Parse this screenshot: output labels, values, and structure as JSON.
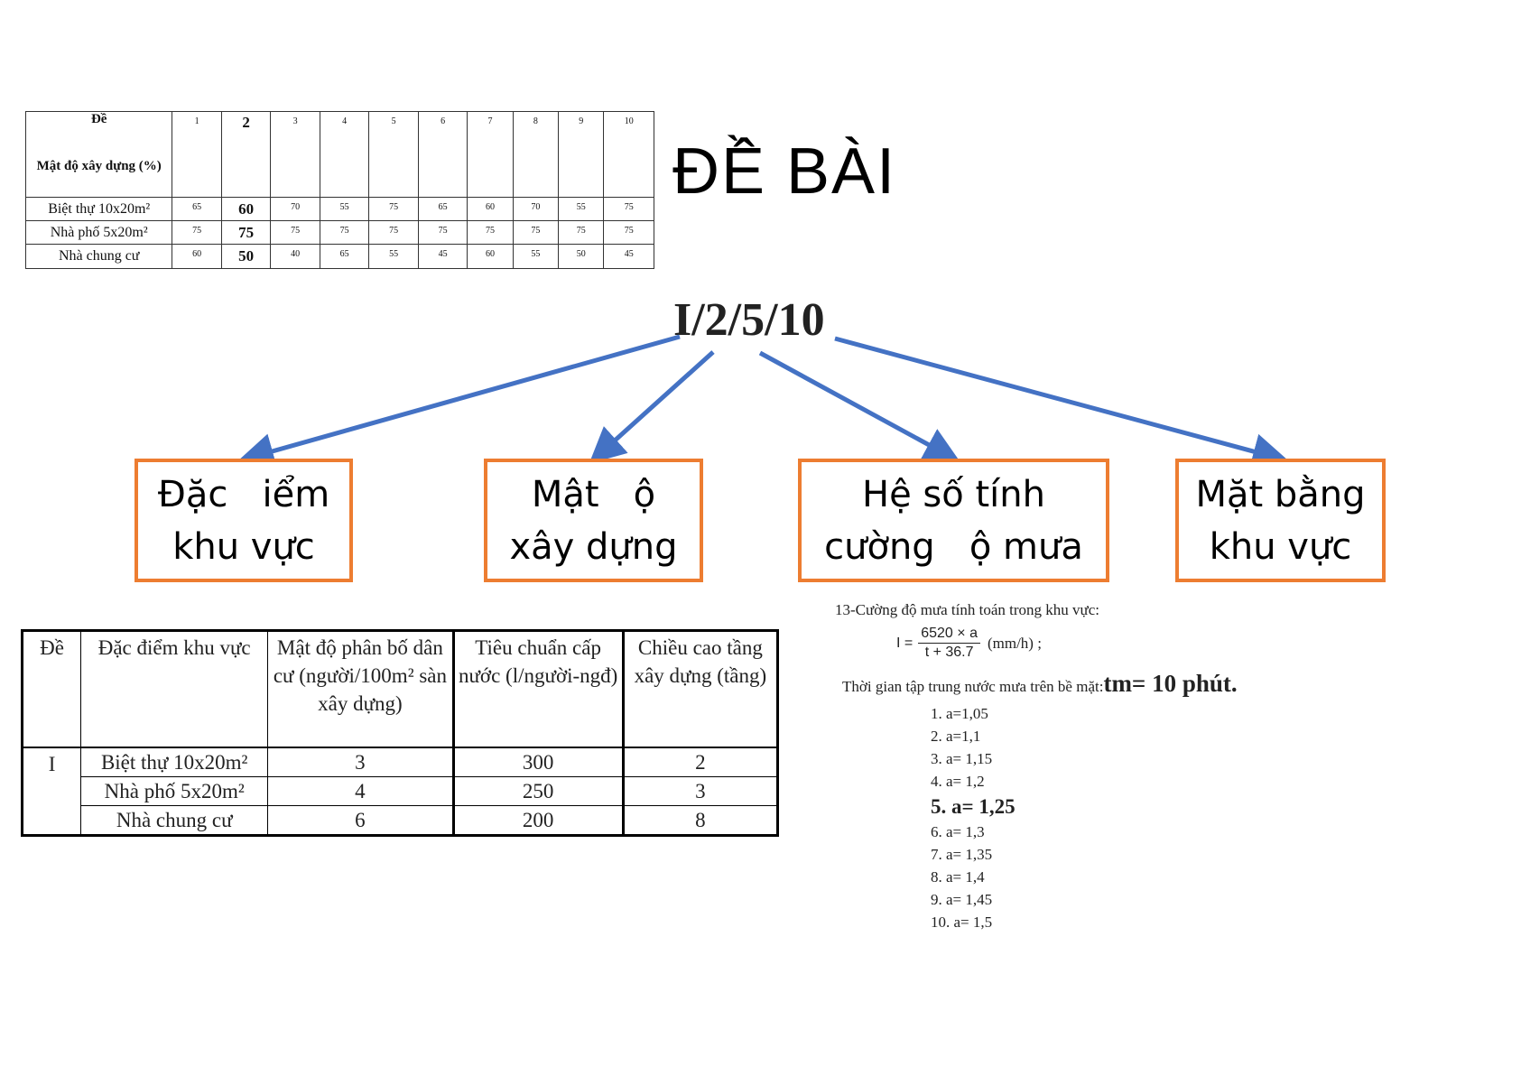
{
  "title": "ĐỀ BÀI",
  "code": "I/2/5/10",
  "density_table": {
    "corner_top": "Đề",
    "corner_bottom": "Mật độ xây dựng (%)",
    "columns": [
      "1",
      "2",
      "3",
      "4",
      "5",
      "6",
      "7",
      "8",
      "9",
      "10"
    ],
    "rows": [
      {
        "label": "Biệt thự 10x20m²",
        "values": [
          "65",
          "60",
          "70",
          "55",
          "75",
          "65",
          "60",
          "70",
          "55",
          "75"
        ]
      },
      {
        "label": "Nhà phố 5x20m²",
        "values": [
          "75",
          "75",
          "75",
          "75",
          "75",
          "75",
          "75",
          "75",
          "75",
          "75"
        ]
      },
      {
        "label": "Nhà chung cư",
        "values": [
          "60",
          "50",
          "40",
          "65",
          "55",
          "45",
          "60",
          "55",
          "50",
          "45"
        ]
      }
    ]
  },
  "boxes": [
    {
      "line1": "Đặc   iểm",
      "line2": "khu vực"
    },
    {
      "line1": "Mật   ộ",
      "line2": "xây dựng"
    },
    {
      "line1": "Hệ số tính",
      "line2": "cường   ộ mưa"
    },
    {
      "line1": "Mặt bằng",
      "line2": "khu vực"
    }
  ],
  "info_table": {
    "headers": [
      "Đề",
      "Đặc điểm khu vực",
      "Mật độ phân bố dân cư (người/100m² sàn xây dựng)",
      "Tiêu chuẩn cấp nước (l/người-ngđ)",
      "Chiều cao tầng xây dựng (tầng)"
    ],
    "group": "I",
    "rows": [
      {
        "type": "Biệt thự 10x20m²",
        "density": "3",
        "water": "300",
        "floors": "2"
      },
      {
        "type": "Nhà phố 5x20m²",
        "density": "4",
        "water": "250",
        "floors": "3"
      },
      {
        "type": "Nhà chung cư",
        "density": "6",
        "water": "200",
        "floors": "8"
      }
    ]
  },
  "rain": {
    "heading": "13-Cường độ mưa tính toán trong khu vực:",
    "formula_lhs": "I =",
    "formula_num": "6520 × a",
    "formula_den": "t + 36.7",
    "formula_unit": "(mm/h) ;",
    "time_text": "Thời gian tập trung nước mưa trên bề mặt:",
    "time_value": "tm= 10 phút.",
    "a_values": [
      "1.  a=1,05",
      "2.  a=1,1",
      "3.  a= 1,15",
      "4.  a= 1,2",
      "5.  a= 1,25",
      "6.  a= 1,3",
      "7.  a= 1,35",
      "8.  a= 1,4",
      "9.  a= 1,45",
      "10. a= 1,5"
    ]
  },
  "colors": {
    "box_border": "#ed7d31",
    "arrow": "#4472c4"
  }
}
